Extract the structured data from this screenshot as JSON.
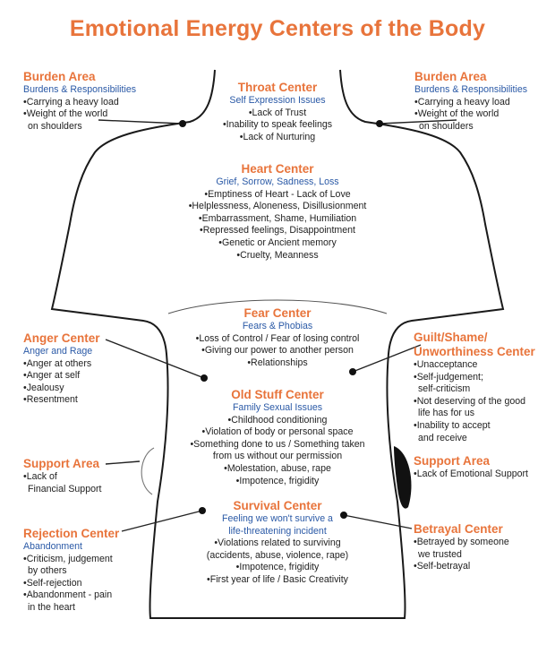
{
  "title": "Emotional Energy Centers of the Body",
  "colors": {
    "heading": "#e8743b",
    "subheading": "#2a59a6",
    "text": "#222222",
    "outline": "#1a1a1a"
  },
  "centers": {
    "burden_left": {
      "heading": "Burden Area",
      "subheading": "Burdens & Responsibilities",
      "items": [
        "Carrying a heavy load",
        "Weight of the world",
        "on shoulders"
      ]
    },
    "burden_right": {
      "heading": "Burden Area",
      "subheading": "Burdens & Responsibilities",
      "items": [
        "Carrying a heavy load",
        "Weight of the world",
        "on shoulders"
      ]
    },
    "throat": {
      "heading": "Throat Center",
      "subheading": "Self Expression Issues",
      "items": [
        "Lack of Trust",
        "Inability to speak feelings",
        "Lack of Nurturing"
      ]
    },
    "heart": {
      "heading": "Heart Center",
      "subheading": "Grief, Sorrow, Sadness, Loss",
      "items": [
        "Emptiness of Heart - Lack of Love",
        "Helplessness, Aloneness, Disillusionment",
        "Embarrassment, Shame, Humiliation",
        "Repressed feelings, Disappointment",
        "Genetic or Ancient memory",
        "Cruelty, Meanness"
      ]
    },
    "fear": {
      "heading": "Fear Center",
      "subheading": "Fears & Phobias",
      "items": [
        "Loss of Control / Fear of losing control",
        "Giving our power to another person",
        "Relationships"
      ]
    },
    "anger": {
      "heading": "Anger Center",
      "subheading": "Anger and Rage",
      "items": [
        "Anger at others",
        "Anger at self",
        "Jealousy",
        "Resentment"
      ]
    },
    "guilt": {
      "heading_line1": "Guilt/Shame/",
      "heading_line2": "Unworthiness Center",
      "items": [
        "Unacceptance",
        "Self-judgement;",
        "self-criticism",
        "Not deserving of the good",
        "life has for us",
        "Inability to accept",
        "and receive"
      ]
    },
    "old_stuff": {
      "heading": "Old Stuff Center",
      "subheading": "Family Sexual Issues",
      "items": [
        "Childhood conditioning",
        "Violation of body or personal space",
        "Something done to us / Something taken",
        "from us without our permission",
        "Molestation, abuse, rape",
        "Impotence, frigidity"
      ]
    },
    "support_left": {
      "heading": "Support Area",
      "items": [
        "Lack of",
        "Financial Support"
      ]
    },
    "support_right": {
      "heading": "Support Area",
      "items": [
        "Lack of Emotional Support"
      ]
    },
    "survival": {
      "heading": "Survival Center",
      "subheading_line1": "Feeling we won't survive a",
      "subheading_line2": "life-threatening incident",
      "items": [
        "Violations related to surviving",
        "(accidents, abuse, violence, rape)",
        "Impotence, frigidity",
        "First year of life / Basic Creativity"
      ]
    },
    "rejection": {
      "heading": "Rejection Center",
      "subheading": "Abandonment",
      "items": [
        "Criticism, judgement",
        "by others",
        "Self-rejection",
        "Abandonment - pain",
        "in the heart"
      ]
    },
    "betrayal": {
      "heading": "Betrayal Center",
      "items": [
        "Betrayed by someone",
        "we trusted",
        "Self-betrayal"
      ]
    }
  }
}
